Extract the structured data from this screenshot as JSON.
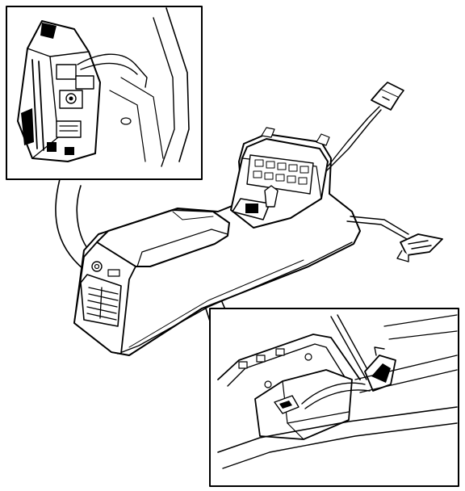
{
  "figure": {
    "description_text": "",
    "ink_color": "#000000",
    "paper_color": "#ffffff",
    "panels": [
      {
        "id": "overview",
        "content": "center-console-assembly"
      },
      {
        "id": "inset-top-left",
        "content": "rear-console-switch-panel-connectors"
      },
      {
        "id": "inset-bottom-right",
        "content": "console-storage-compartment-wiring"
      }
    ],
    "connectors": [
      {
        "id": "upper-connector",
        "icon": "connector-icon"
      },
      {
        "id": "lower-connector",
        "icon": "connector-icon"
      }
    ]
  }
}
